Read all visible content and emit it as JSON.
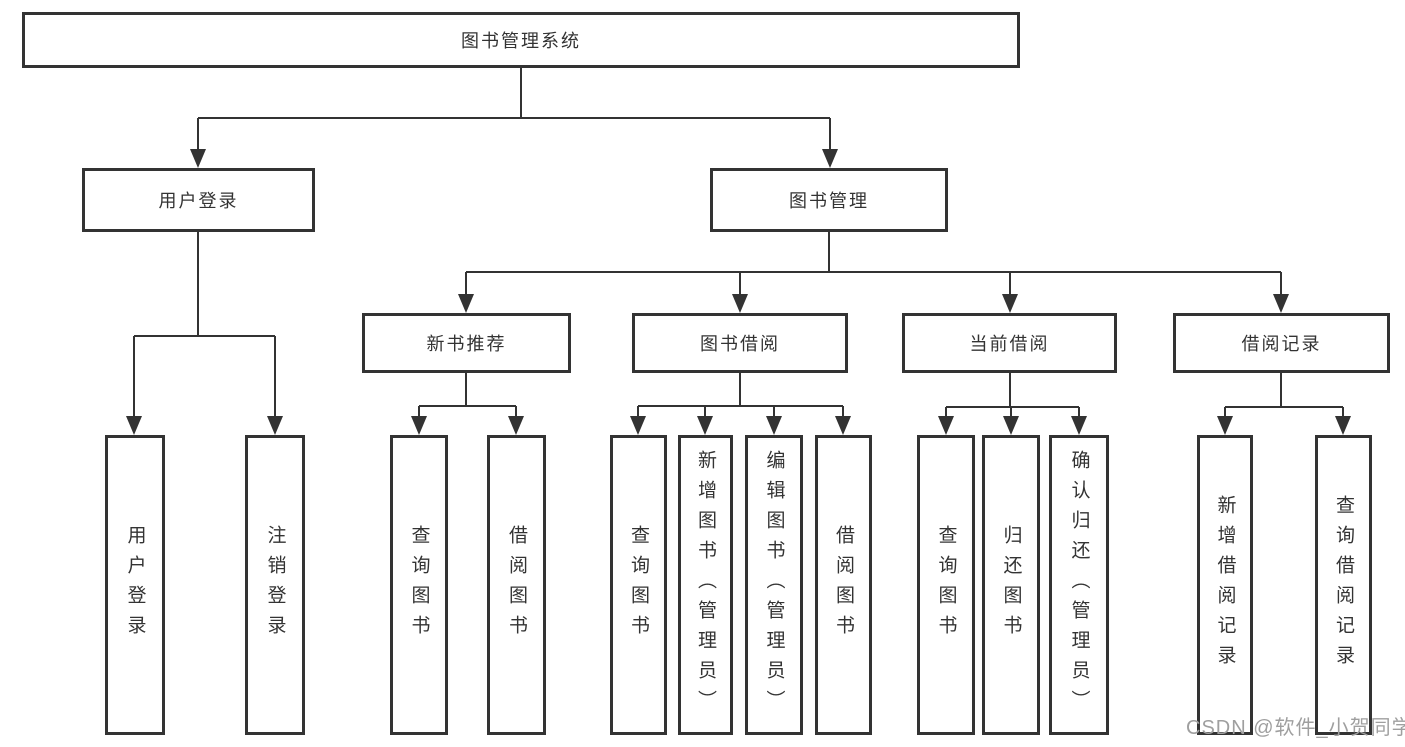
{
  "tree": {
    "root": {
      "label": "图书管理系统"
    },
    "branches": [
      {
        "label": "用户登录",
        "children": [
          {
            "label": "用户登录"
          },
          {
            "label": "注销登录"
          }
        ]
      },
      {
        "label": "图书管理",
        "groups": [
          {
            "label": "新书推荐",
            "children": [
              {
                "label": "查询图书"
              },
              {
                "label": "借阅图书"
              }
            ]
          },
          {
            "label": "图书借阅",
            "children": [
              {
                "label": "查询图书"
              },
              {
                "label": "新增图书（管理员）"
              },
              {
                "label": "编辑图书（管理员）"
              },
              {
                "label": "借阅图书"
              }
            ]
          },
          {
            "label": "当前借阅",
            "children": [
              {
                "label": "查询图书"
              },
              {
                "label": "归还图书"
              },
              {
                "label": "确认归还（管理员）"
              }
            ]
          },
          {
            "label": "借阅记录",
            "children": [
              {
                "label": "新增借阅记录"
              },
              {
                "label": "查询借阅记录"
              }
            ]
          }
        ]
      }
    ]
  },
  "watermark": {
    "text": "CSDN @软件_小贺同学"
  },
  "colors": {
    "line": "#333333",
    "text": "#333333",
    "watermark": "#9f9f9f",
    "background": "#ffffff"
  }
}
